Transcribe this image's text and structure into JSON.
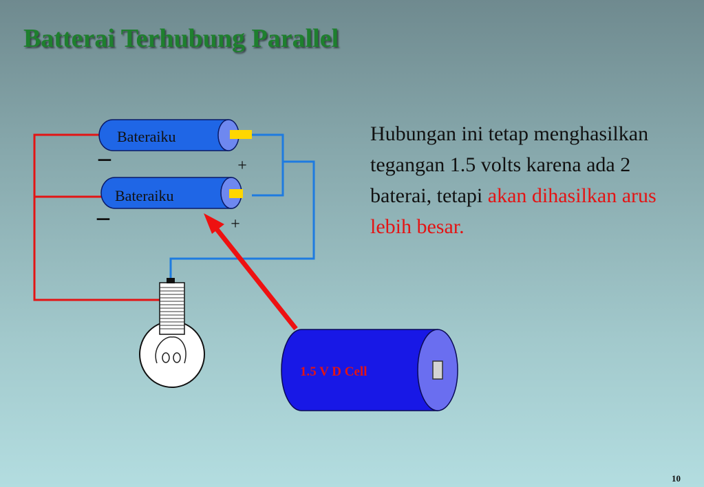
{
  "slide": {
    "title": "Batterai Terhubung Parallel",
    "body_plain": "Hubungan ini tetap menghasilkan tegangan 1.5 volts karena ada 2 baterai, tetapi ",
    "body_highlight": "akan dihasilkan arus lebih besar.",
    "page_number": "10"
  },
  "diagram": {
    "battery_top_label": "Bateraiku",
    "battery_bottom_label": "Bateraiku",
    "minus_top": "−",
    "plus_top": "+",
    "minus_bottom": "−",
    "plus_bottom": "+",
    "dcell_label": "1.5 V D Cell"
  },
  "colors": {
    "title": "#1e7f2e",
    "highlight": "#e31414",
    "negative_wire": "#e31414",
    "positive_wire": "#1e7be0",
    "battery_body": "#1f66e6",
    "battery_cap": "#6e88f0",
    "dcell_body": "#1818e6",
    "dcell_cap": "#6a6ef0",
    "terminal": "#ffd700",
    "arrow": "#ee1111",
    "dcell_label": "#e31414"
  }
}
